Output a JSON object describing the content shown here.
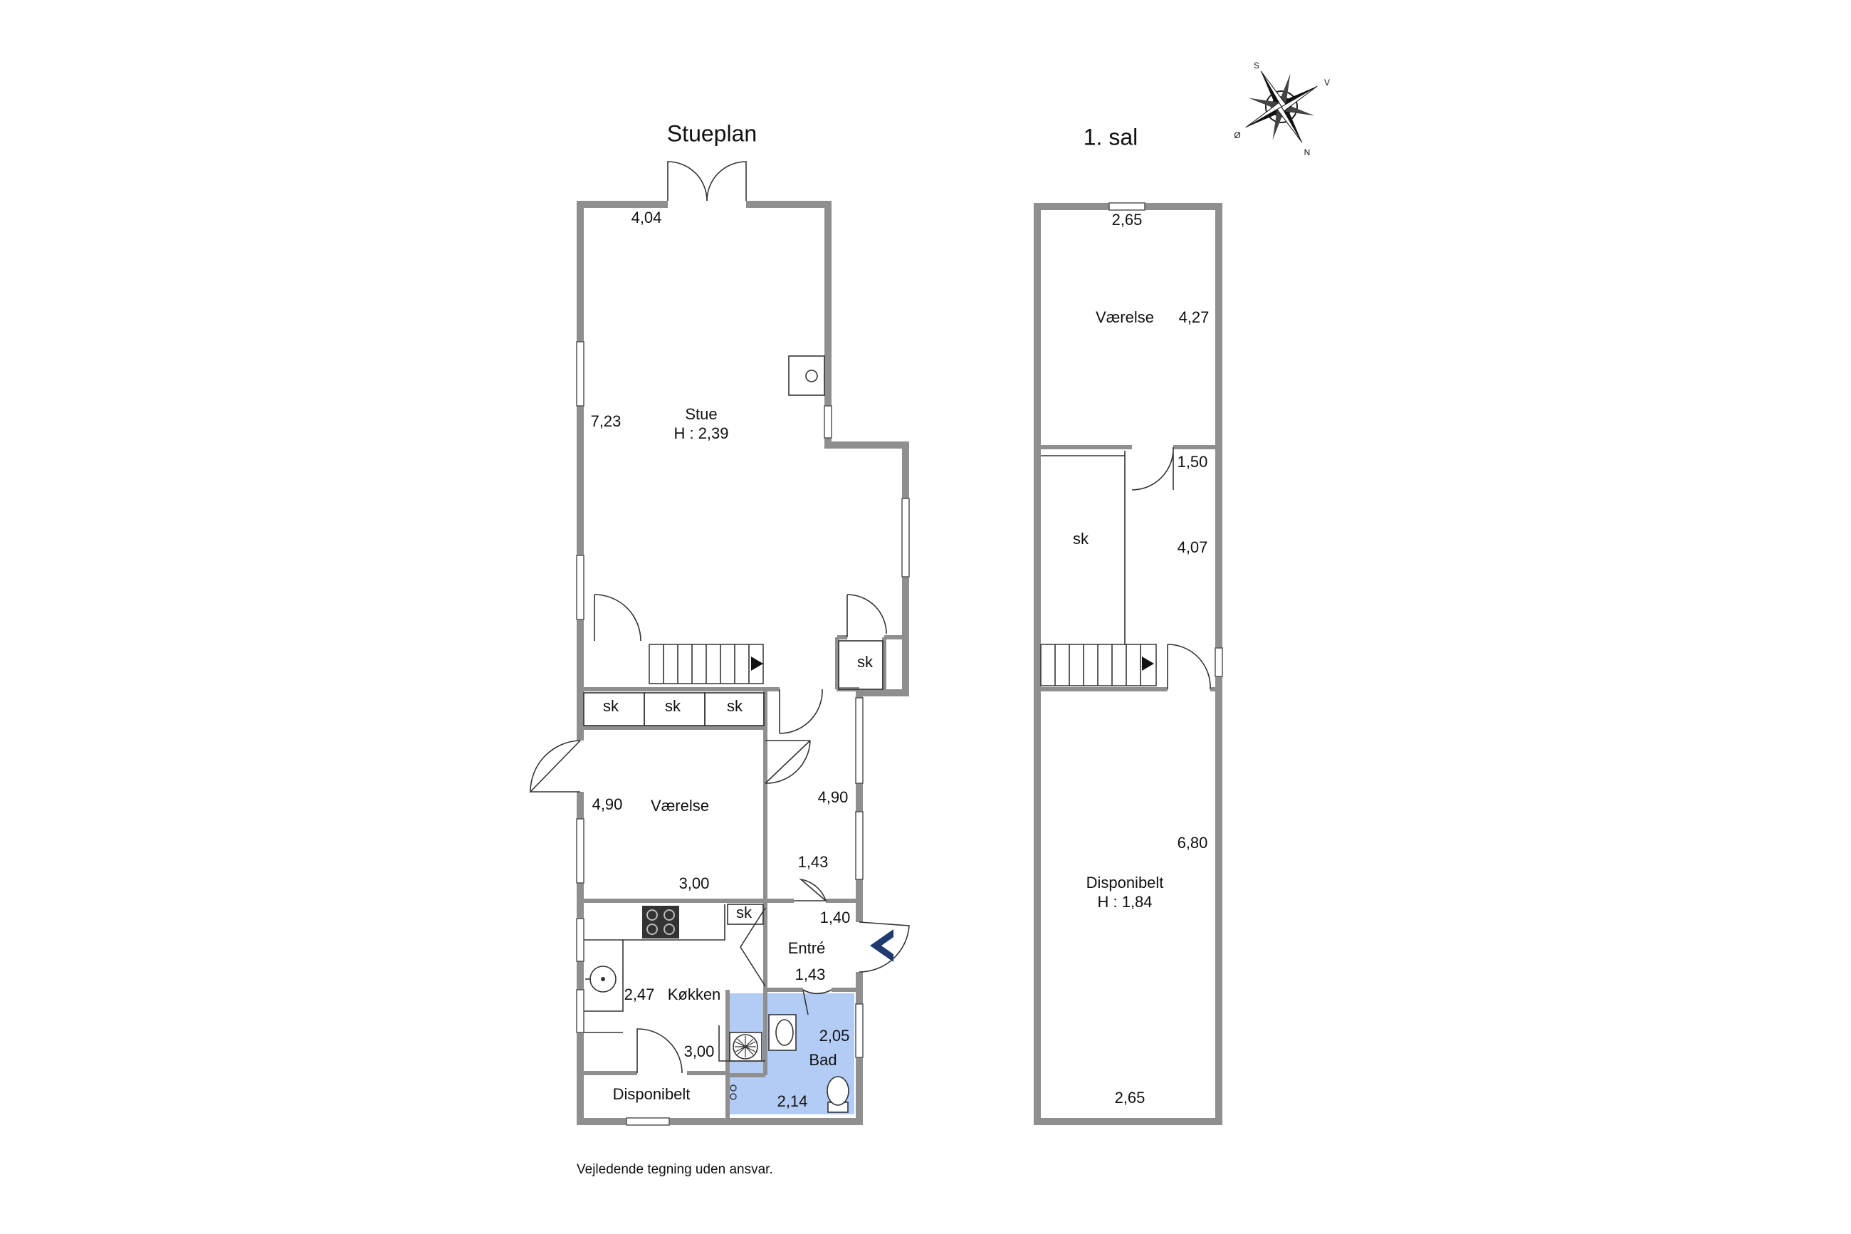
{
  "stueplan": {
    "title": "Stueplan",
    "stue_name": "Stue",
    "stue_height": "H : 2,39",
    "dim_stue_width": "4,04",
    "dim_stue_length": "7,23",
    "sk_hall": "sk",
    "sk_1": "sk",
    "sk_2": "sk",
    "sk_3": "sk",
    "vaerelse_name": "Værelse",
    "dim_vaerelse_length": "4,90",
    "dim_vaerelse_width": "3,00",
    "dim_gang_length": "4,90",
    "dim_gang_width": "1,43",
    "sk_kitchen": "sk",
    "entre_name": "Entré",
    "dim_entre_length": "1,40",
    "dim_entre_width": "1,43",
    "koekken_name": "Køkken",
    "dim_koekken_length": "2,47",
    "dim_koekken_width": "3,00",
    "bad_name": "Bad",
    "dim_bad_length": "2,05",
    "dim_bad_width": "2,14",
    "disponibelt_name": "Disponibelt"
  },
  "sal": {
    "title": "1. sal",
    "dim_top_width": "2,65",
    "vaerelse_name": "Værelse",
    "dim_vaerelse_length": "4,27",
    "dim_gang_width": "1,50",
    "sk_name": "sk",
    "dim_gang_length": "4,07",
    "dim_disp_length": "6,80",
    "disponibelt_name": "Disponibelt",
    "disponibelt_height": "H : 1,84",
    "dim_bottom_width": "2,65"
  },
  "compass": {
    "s": "S",
    "v": "V",
    "o": "Ø",
    "n": "N"
  },
  "colors": {
    "bathroom": "#b3ccf5",
    "wall": "#8f8f8f",
    "entrance_arrow": "#1f3a6e"
  },
  "footer": "Vejledende tegning uden ansvar."
}
